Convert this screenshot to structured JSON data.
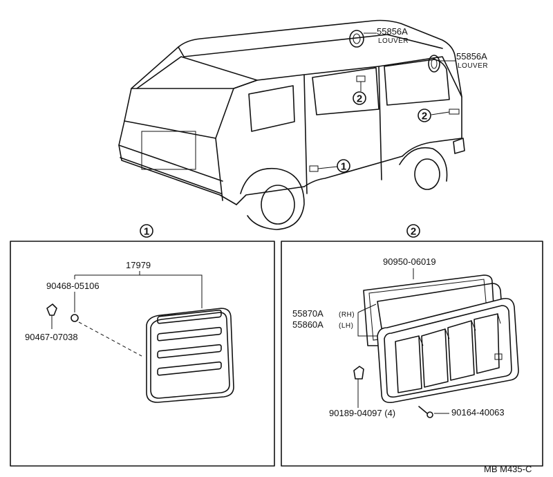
{
  "labels": {
    "louver_top_part": "55856A",
    "louver_top_name": "LOUVER",
    "louver_side_part": "55856A",
    "louver_side_name": "LOUVER",
    "callout_1": "1",
    "callout_2": "2",
    "panel1": {
      "header": "1",
      "part_17979": "17979",
      "part_90468": "90468-05106",
      "part_90467": "90467-07038"
    },
    "panel2": {
      "header": "2",
      "part_90950": "90950-06019",
      "part_55870": "55870A",
      "rh": "(RH)",
      "part_55860": "55860A",
      "lh": "(LH)",
      "part_90189": "90189-04097 (4)",
      "part_90164": "90164-40063"
    },
    "footer": "MB  M435-C"
  }
}
